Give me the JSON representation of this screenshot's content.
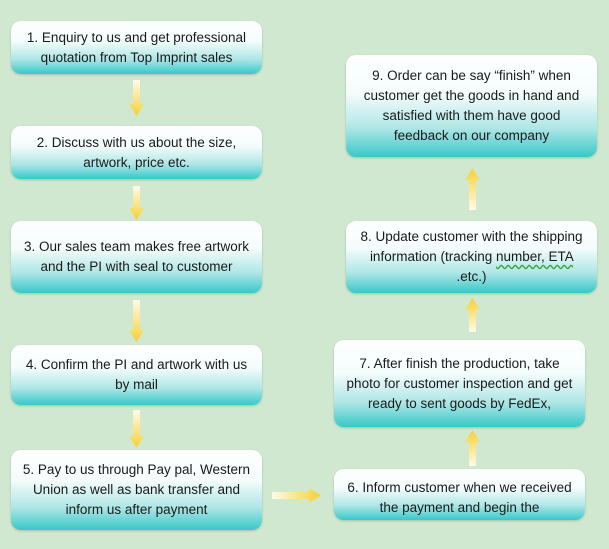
{
  "steps": [
    {
      "id": 1,
      "text": "1. Enquiry to us and get professional quotation from Top Imprint sales"
    },
    {
      "id": 2,
      "text": "2.    Discuss with us about the size, artwork, price etc."
    },
    {
      "id": 3,
      "text": "3. Our sales team makes free artwork and the PI with seal to customer"
    },
    {
      "id": 4,
      "text": "4. Confirm the PI and artwork with us by mail"
    },
    {
      "id": 5,
      "text": "5. Pay to us through Pay pal, Western Union as well as bank transfer and inform us after payment"
    },
    {
      "id": 6,
      "text": "6. Inform customer when we received the payment and begin the"
    },
    {
      "id": 7,
      "text": "7. After finish the production, take photo for customer inspection and get ready to sent goods by FedEx,"
    },
    {
      "id": 8,
      "text_a": "8. Update customer with the shipping information (tracking",
      "text_b": "number, ETA",
      "text_c": " .etc.)"
    },
    {
      "id": 9,
      "text": "9. Order can be say “finish” when customer get the goods in hand and satisfied with them have good feedback on our company"
    }
  ],
  "colors": {
    "background": "#cfe8cf",
    "box_top": "#ffffff",
    "box_bottom": "#38c8c8",
    "arrow": "#f5d033"
  }
}
